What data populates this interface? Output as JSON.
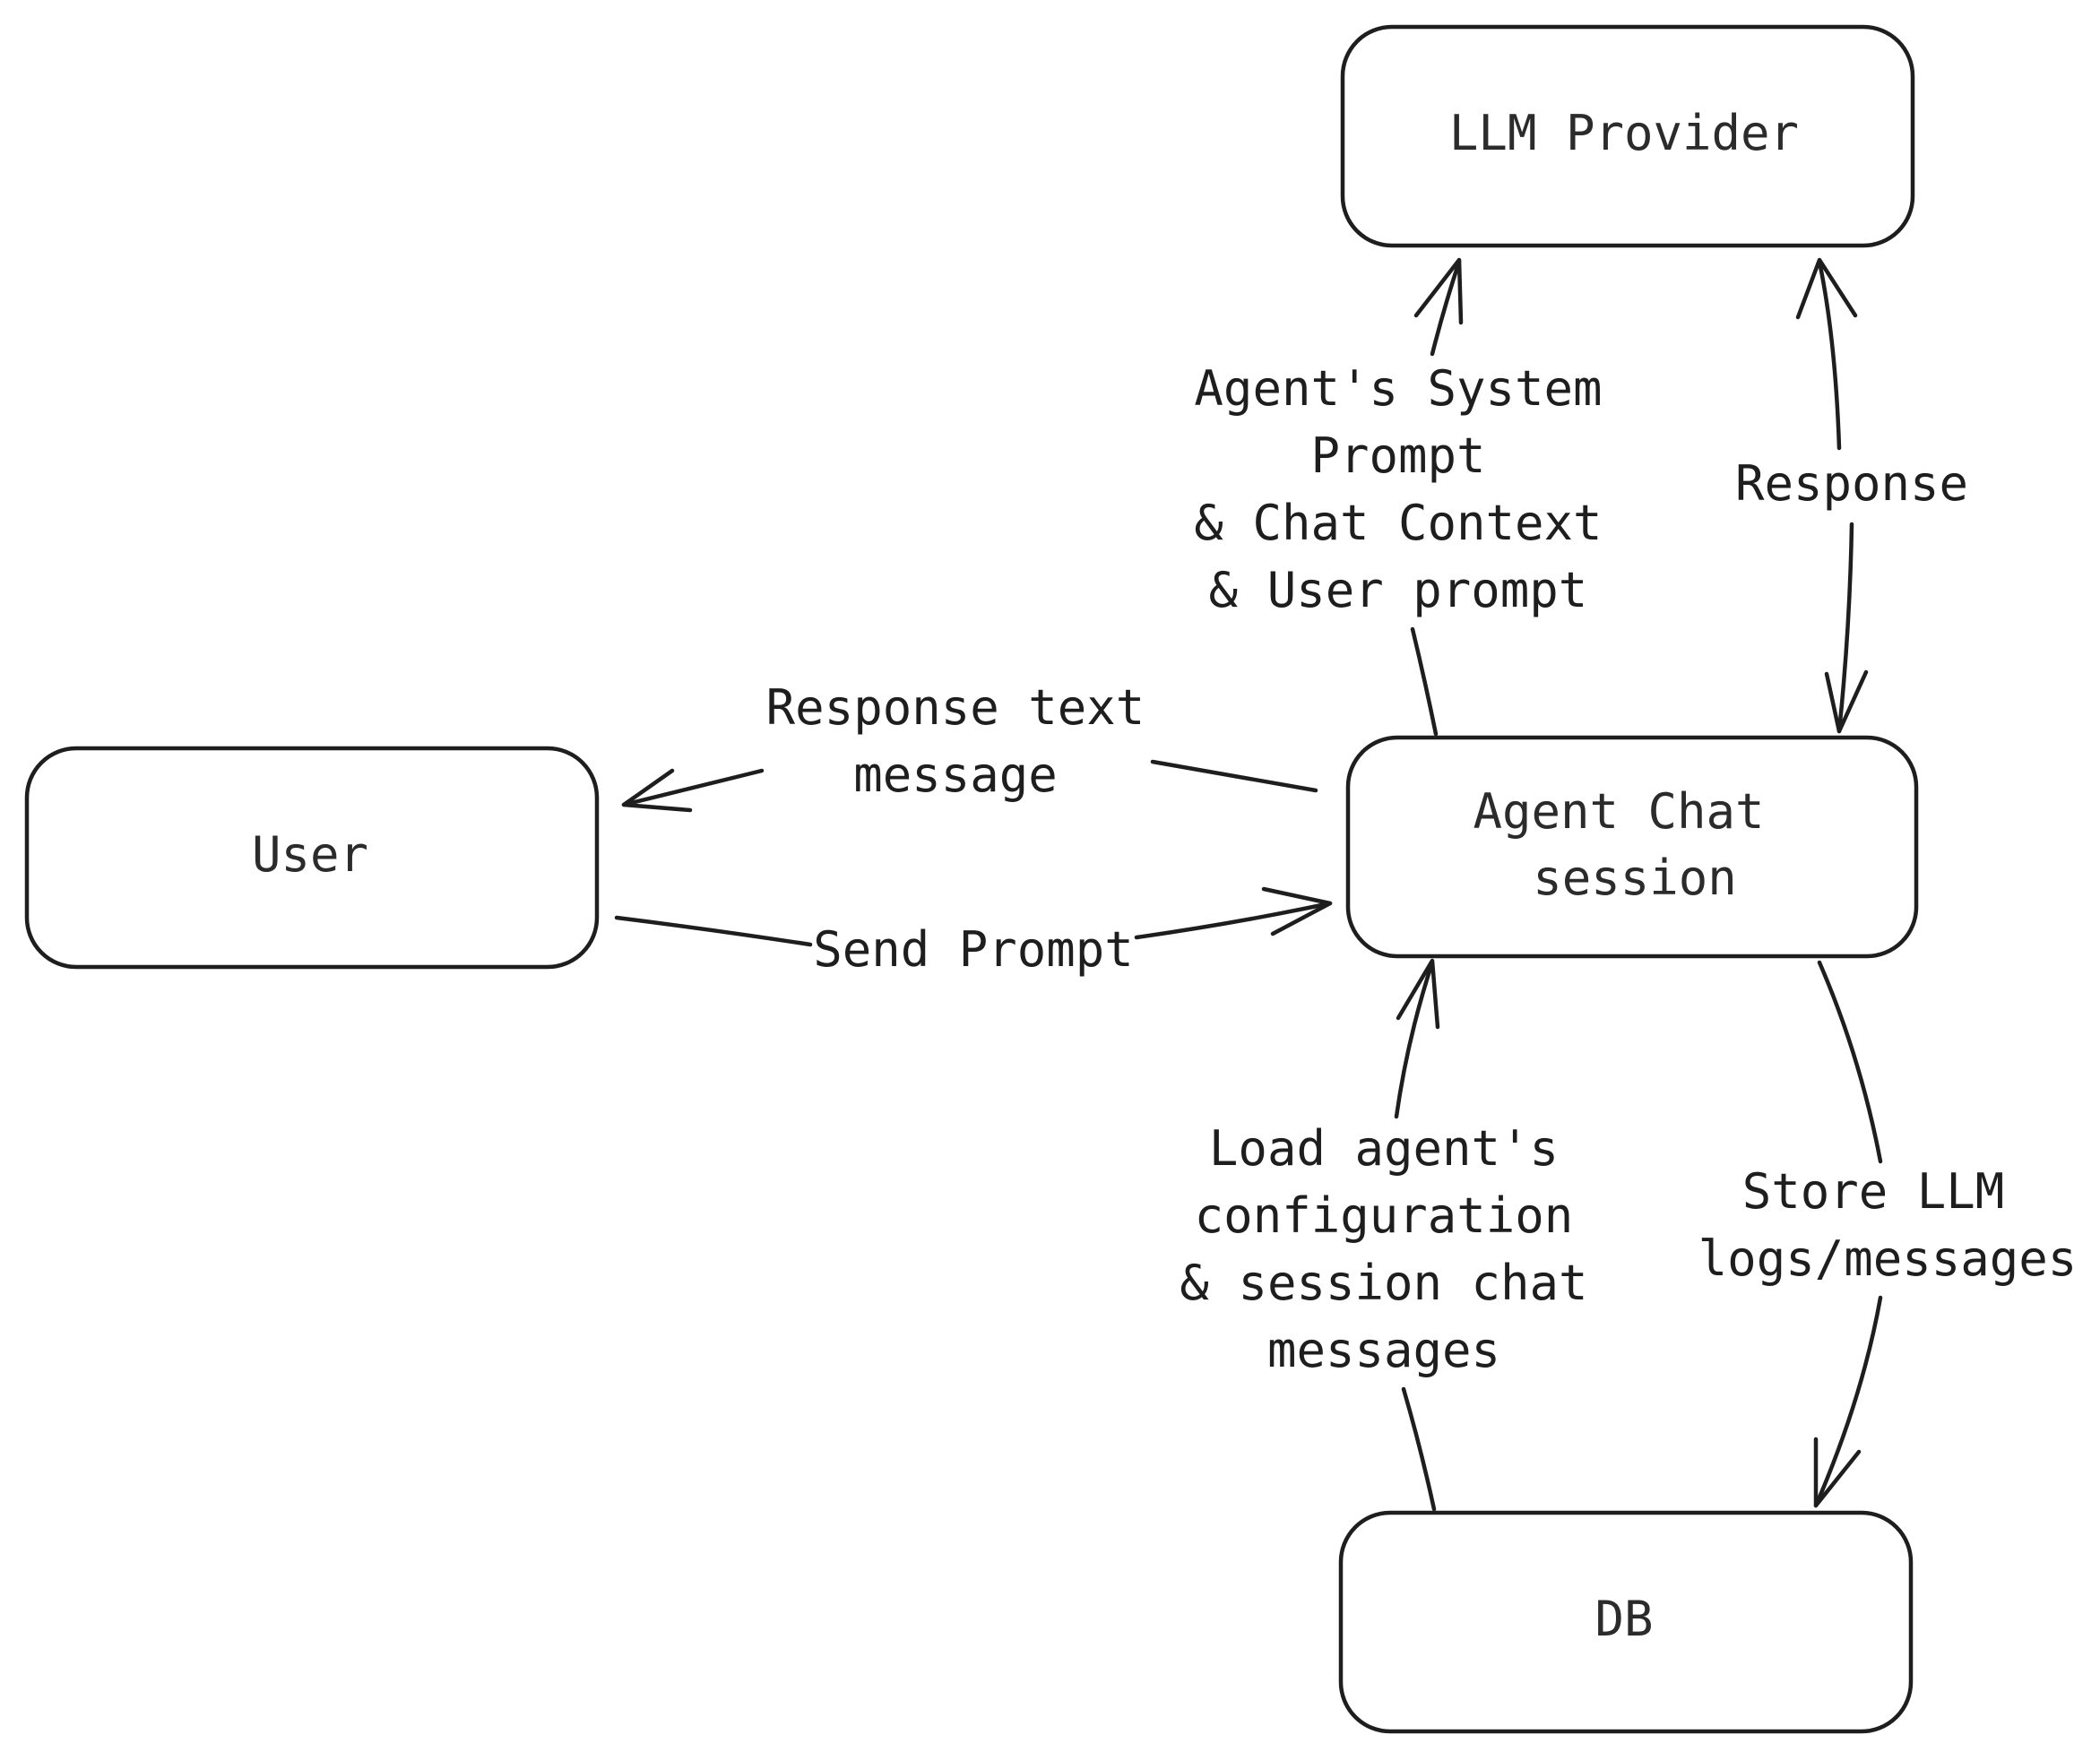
{
  "nodes": {
    "llm_provider": "LLM Provider",
    "user": "User",
    "agent_chat_session": [
      "Agent Chat",
      "session"
    ],
    "db": "DB"
  },
  "edges": {
    "system_prompt": [
      "Agent's System",
      "Prompt",
      "& Chat Context",
      "& User prompt"
    ],
    "response": "Response",
    "response_text": [
      "Response text",
      "message"
    ],
    "send_prompt": "Send Prompt",
    "load_config": [
      "Load agent's",
      "configuration",
      "& session chat",
      "messages"
    ],
    "store_logs": [
      "Store LLM",
      "logs/messages"
    ]
  }
}
